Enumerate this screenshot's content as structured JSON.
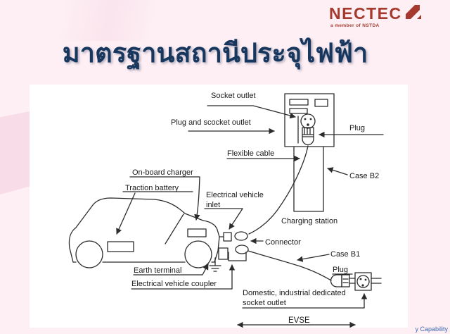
{
  "slide": {
    "title": "มาตรฐานสถานีประจุไฟฟ้า",
    "footer": "y Capability"
  },
  "logo": {
    "wordmark": "NECTEC",
    "tagline": "a member of NSTDA",
    "brand_color": "#a6392e"
  },
  "colors": {
    "background": "#fdeff4",
    "ribbon": "#f8dce8",
    "title_text": "#17375e",
    "diagram_ink": "#2b2b2b",
    "footer_text": "#4068b0",
    "panel": "#ffffff"
  },
  "diagram": {
    "labels": {
      "socket_outlet": "Socket outlet",
      "plug_and_socket_outlet": "Plug and scocket outlet",
      "flexible_cable": "Flexible cable",
      "plug_top": "Plug",
      "case_b2": "Case B2",
      "charging_station": "Charging station",
      "on_board_charger": "On-board charger",
      "traction_battery": "Traction battery",
      "ev_inlet_line1": "Electrical vehicle",
      "ev_inlet_line2": "inlet",
      "connector": "Connector",
      "case_b1": "Case B1",
      "plug_bottom": "Plug",
      "earth_terminal": "Earth terminal",
      "ev_coupler": "Electrical vehicle coupler",
      "domestic_socket_line1": "Domestic, industrial dedicated",
      "domestic_socket_line2": "socket outlet",
      "evse": "EVSE"
    }
  }
}
